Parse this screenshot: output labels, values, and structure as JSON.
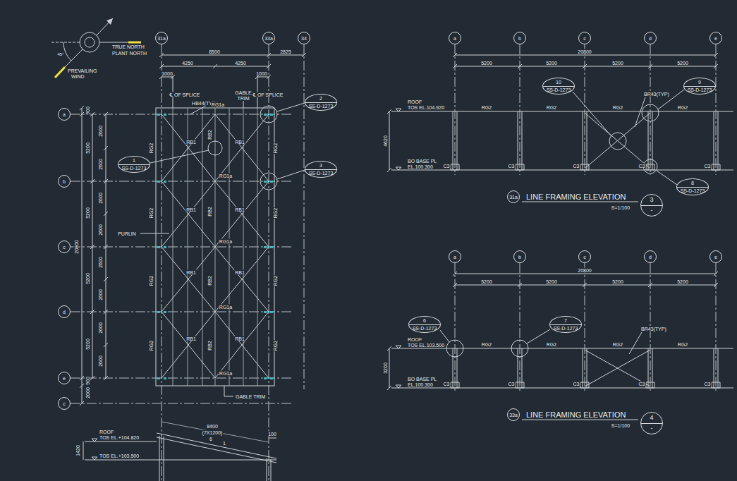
{
  "diagram": {
    "nodes": [
      {
        "text": [
          "31a"
        ]
      },
      {
        "text": [
          "33a"
        ]
      },
      {
        "text": [
          "34"
        ]
      },
      {
        "text": [
          "2",
          "SS-D-1273"
        ]
      },
      {
        "text": [
          "1",
          "SS-D-1273"
        ]
      },
      {
        "text": [
          "3",
          "SS-D-1273"
        ]
      },
      {
        "text": [
          "a"
        ]
      },
      {
        "text": [
          "b"
        ]
      },
      {
        "text": [
          "c"
        ]
      },
      {
        "text": [
          "d"
        ]
      },
      {
        "text": [
          "e"
        ]
      },
      {
        "text": [
          "c"
        ]
      },
      {
        "text": [
          "a"
        ]
      },
      {
        "text": [
          "b"
        ]
      },
      {
        "text": [
          "c"
        ]
      },
      {
        "text": [
          "d"
        ]
      },
      {
        "text": [
          "e"
        ]
      },
      {
        "text": [
          "10",
          "SS-D-1273"
        ]
      },
      {
        "text": [
          "9",
          "SS-D-1273"
        ]
      },
      {
        "text": [
          "8",
          "SS-D-1273"
        ]
      },
      {
        "text": [
          "31a"
        ]
      },
      {
        "text": [
          "3",
          "-"
        ]
      },
      {
        "text": [
          "a"
        ]
      },
      {
        "text": [
          "b"
        ]
      },
      {
        "text": [
          "c"
        ]
      },
      {
        "text": [
          "d"
        ]
      },
      {
        "text": [
          "e"
        ]
      },
      {
        "text": [
          "6",
          "SS-D-1273"
        ]
      },
      {
        "text": [
          "7",
          "SS-D-1273"
        ]
      },
      {
        "text": [
          "33a"
        ]
      },
      {
        "text": [
          "4",
          "-"
        ]
      }
    ],
    "labels": [
      "TRUE NORTH",
      "PLANT NORTH",
      "PREVAILING",
      "WIND",
      "45°",
      "8500",
      "2825",
      "4250",
      "4250",
      "1000",
      "1000",
      "℄ OF SPLICE",
      "GABLE",
      "TRIM",
      "℄ OF SPLICE",
      "HB44(TYP)",
      "RG1a",
      "RG1a",
      "RG1a",
      "RG1a",
      "RG1a",
      "RB2",
      "RB2",
      "RB2",
      "RB2",
      "RB1",
      "RB1",
      "RB1",
      "RB1",
      "RB1",
      "RB1",
      "RB1",
      "RB1",
      "RG2",
      "RG2",
      "RG2",
      "RG2",
      "RG2",
      "RG2",
      "RG2",
      "RG2",
      "PURLIN",
      "20800",
      "5200",
      "5200",
      "5200",
      "5200",
      "2600",
      "2600",
      "2600",
      "2600",
      "2600",
      "2600",
      "2600",
      "2600",
      "900",
      "900",
      "2000",
      "GABLE TRIM",
      "ROOF",
      "TOS EL.+104.820",
      "TOS EL.+103.500",
      "1420",
      "8400",
      "(7X1200)",
      "6",
      "1",
      "100",
      "20800",
      "5200",
      "5200",
      "5200",
      "5200",
      "ROOF",
      "TOS EL.104.920",
      "4620",
      "BO BASE PL",
      "EL.100.300",
      "RG2",
      "RG2",
      "RG2",
      "RG2",
      "C3",
      "C3",
      "C3",
      "C3",
      "C3",
      "BR43(TYP)",
      "LINE FRAMING ELEVATION",
      "S=1/100",
      "20800",
      "5200",
      "5200",
      "5200",
      "5200",
      "BR43(TYP)",
      "ROOF",
      "TOS EL.103.500",
      "3200",
      "BO BASE PL",
      "EL.100.300",
      "RG2",
      "RG2",
      "RG2",
      "RG2",
      "C3",
      "C3",
      "C3",
      "C3",
      "C3",
      "LINE FRAMING ELEVATION",
      "S=1/100"
    ]
  }
}
